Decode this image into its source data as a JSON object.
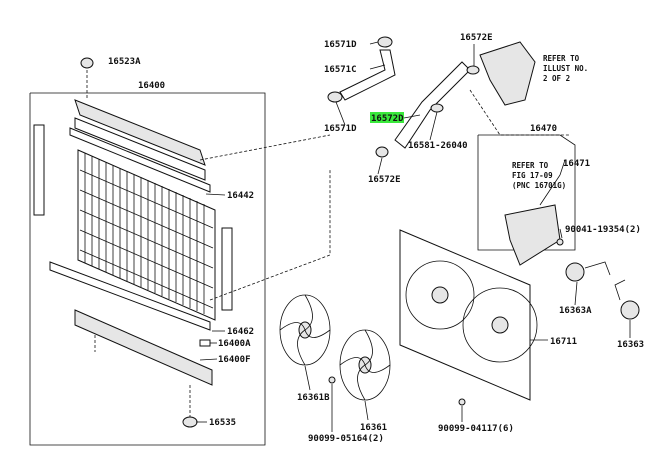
{
  "parts": {
    "p16571d": "16571D",
    "p16571c": "16571C",
    "p16571d_b": "16571D",
    "p16572e_top": "16572E",
    "p16572e_bot": "16572E",
    "p16572d": "16572D",
    "p16581": "16581-26040",
    "p16523a": "16523A",
    "p16400": "16400",
    "p16442": "16442",
    "p16462": "16462",
    "p16400a": "16400A",
    "p16400f": "16400F",
    "p16535": "16535",
    "p16470": "16470",
    "p16471": "16471",
    "p90041": "90041-19354(2)",
    "p16363a": "16363A",
    "p16363": "16363",
    "p16711": "16711",
    "p16361b": "16361B",
    "p16361": "16361",
    "p90099a": "90099-05164(2)",
    "p90099b": "90099-04117(6)"
  },
  "notes": {
    "refer_line1": "REFER TO",
    "refer_line2": "ILLUST NO.",
    "refer_line3": "2 OF 2",
    "fig_line1": "REFER TO",
    "fig_line2": "FIG 17-09",
    "fig_line3": "(PNC 16701G)"
  },
  "colors": {
    "highlight": "#39e83b",
    "ink": "#111111"
  }
}
